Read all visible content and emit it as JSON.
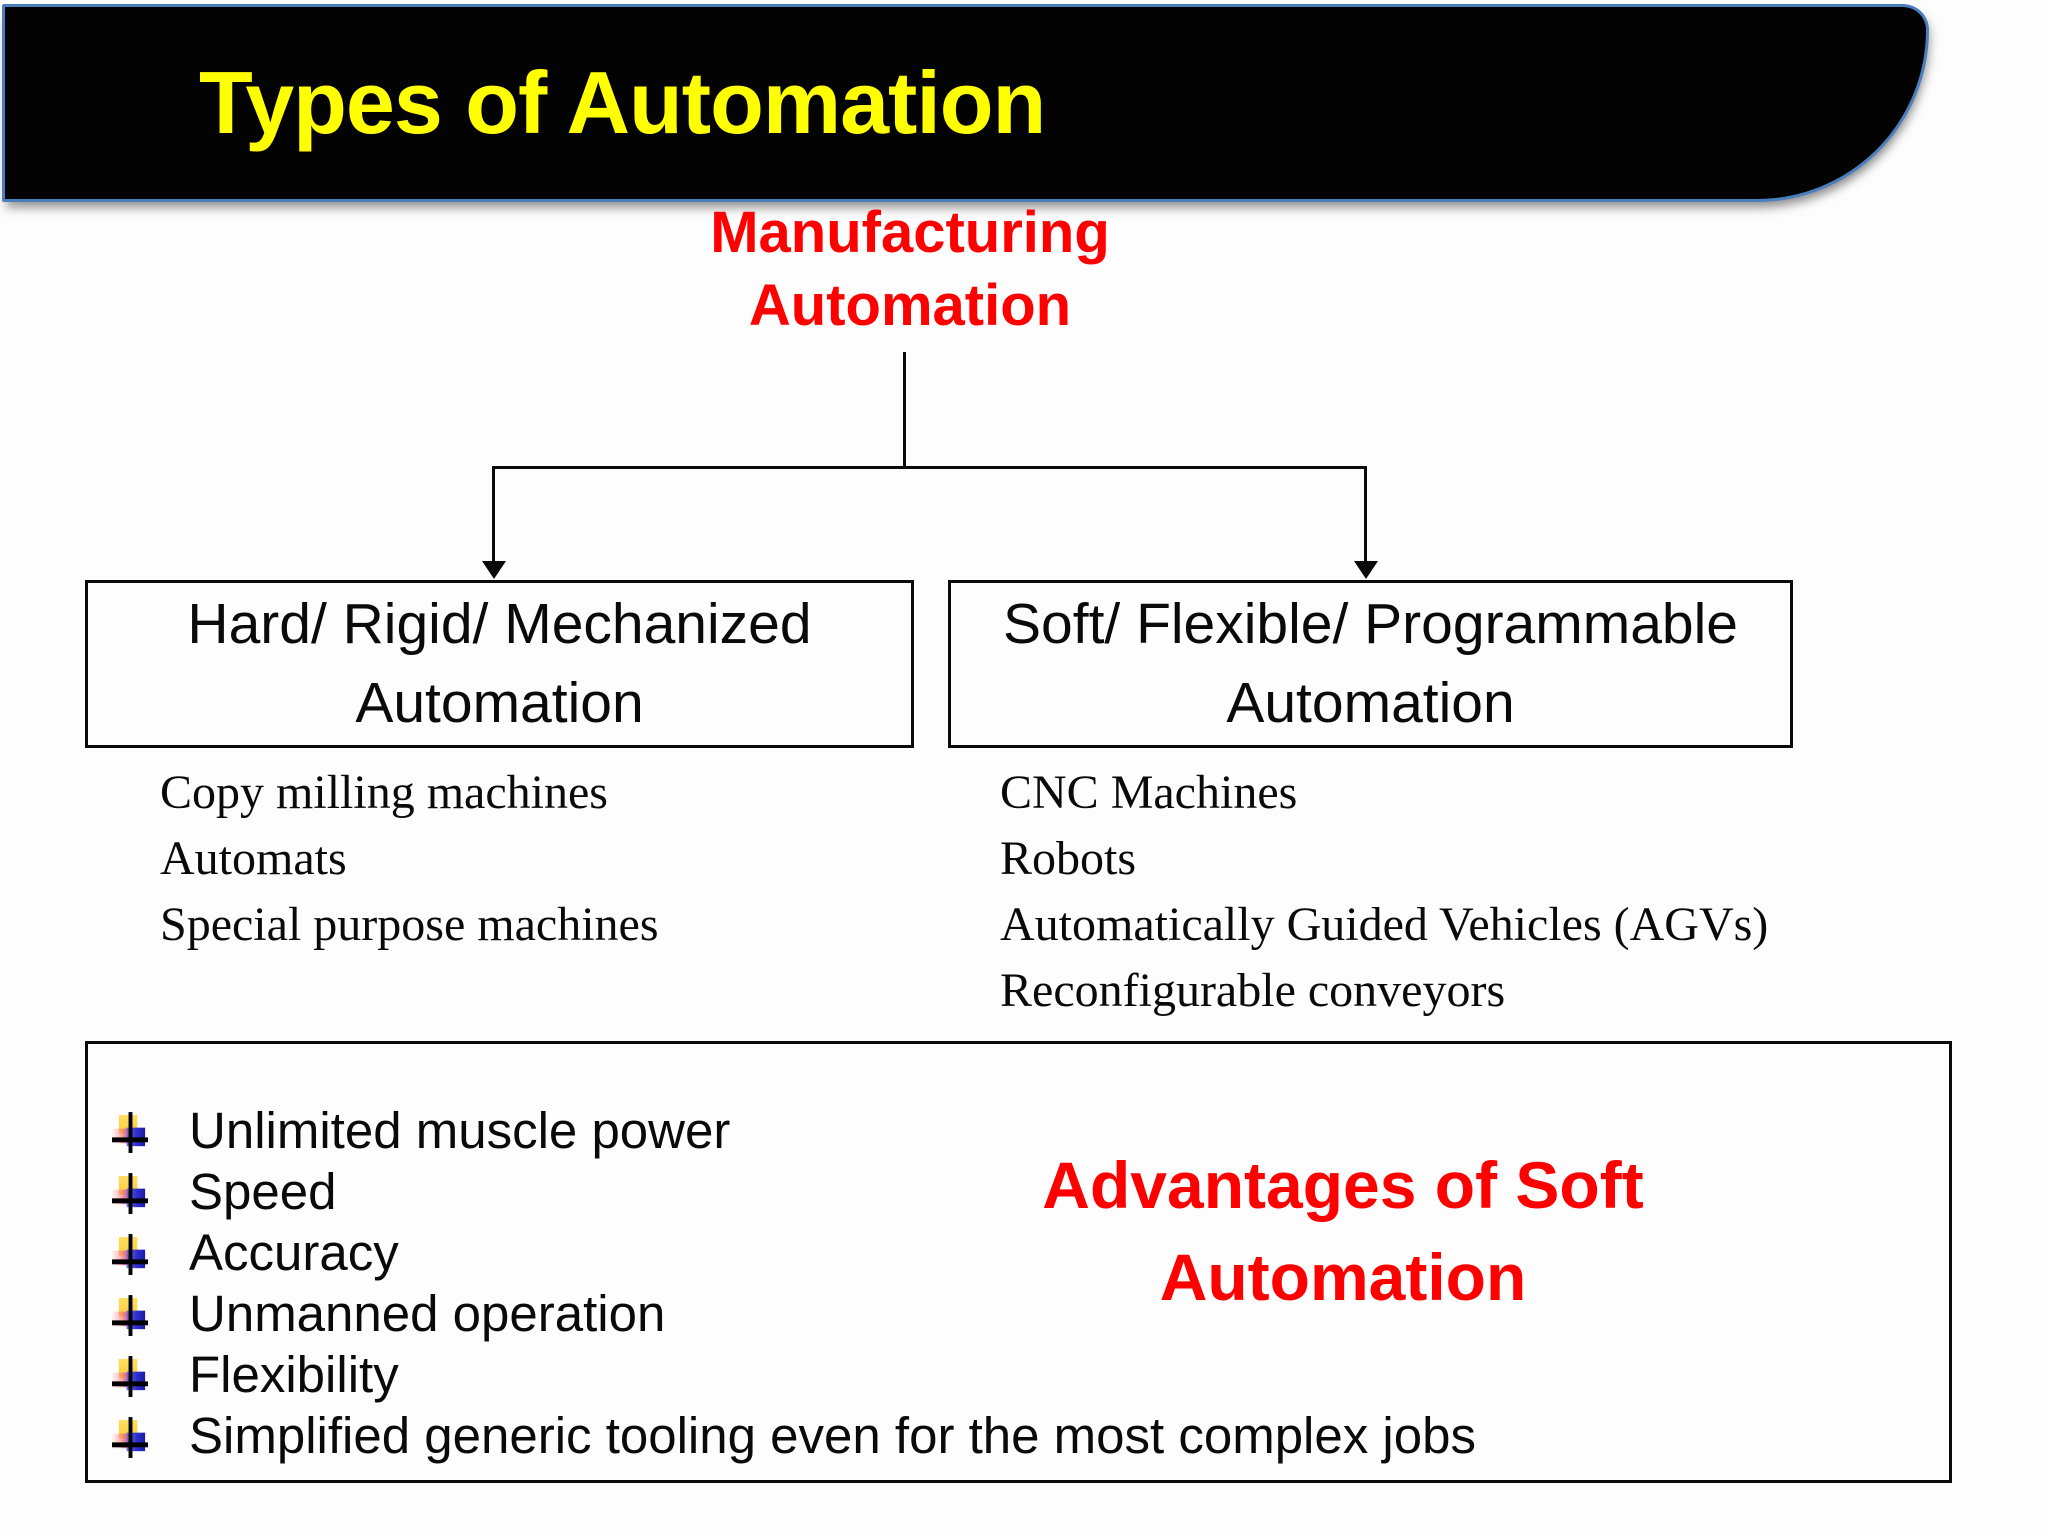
{
  "slide": {
    "title": "Types of Automation",
    "colors": {
      "title_text": "#FFFF00",
      "header_background": "#030303",
      "header_border_blue": "#4A7EBD",
      "accent_red": "#FE0000",
      "diagram_lines": "#0A0A0A"
    }
  },
  "tree": {
    "root_label": "Manufacturing\nAutomation",
    "branches": [
      {
        "heading": "Hard/ Rigid/ Mechanized\nAutomation",
        "examples": [
          "Copy milling machines",
          "Automats",
          "Special purpose machines"
        ]
      },
      {
        "heading": "Soft/ Flexible/ Programmable\nAutomation",
        "examples": [
          "CNC Machines",
          "Robots",
          "Automatically Guided Vehicles (AGVs)",
          "Reconfigurable conveyors"
        ]
      }
    ]
  },
  "advantages": {
    "heading": "Advantages of Soft\nAutomation",
    "items": [
      "Unlimited muscle power",
      "Speed",
      "Accuracy",
      "Unmanned operation",
      "Flexibility",
      "Simplified generic tooling even for the most complex jobs"
    ]
  }
}
